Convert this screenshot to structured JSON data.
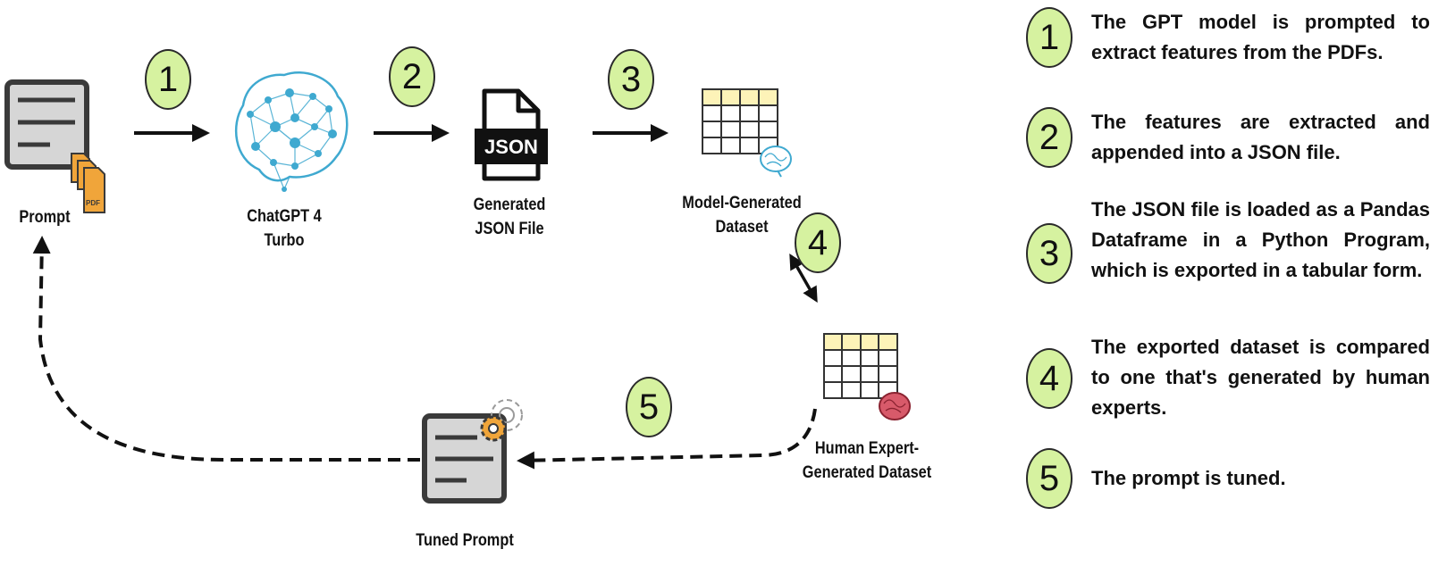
{
  "nodes": {
    "prompt": {
      "label": "Prompt",
      "badge": "PDF"
    },
    "chatgpt": {
      "label_line1": "ChatGPT 4",
      "label_line2": "Turbo"
    },
    "json_file": {
      "label_line1": "Generated",
      "label_line2": "JSON File",
      "icon_text": "JSON"
    },
    "model_dataset": {
      "label_line1": "Model-Generated",
      "label_line2": "Dataset"
    },
    "human_dataset": {
      "label_line1": "Human Expert-",
      "label_line2": "Generated Dataset"
    },
    "tuned_prompt": {
      "label": "Tuned Prompt"
    }
  },
  "steps": [
    "1",
    "2",
    "3",
    "4",
    "5"
  ],
  "legend": [
    {
      "number": "1",
      "text": "The GPT model is prompted to extract features from the PDFs."
    },
    {
      "number": "2",
      "text": "The features are extracted and appended into a JSON file."
    },
    {
      "number": "3",
      "text": "The JSON file is loaded as a Pandas Dataframe in a Python Program, which is exported in a tabular form."
    },
    {
      "number": "4",
      "text": "The exported dataset is compared to one that's generated by human experts."
    },
    {
      "number": "5",
      "text": "The prompt is tuned."
    }
  ],
  "colors": {
    "step_fill": "#d6f2a0",
    "doc_fill": "#d6d6d6",
    "doc_border": "#3a3a3a",
    "pdf_orange": "#f0a53a",
    "brain_blue": "#3fa9d0",
    "table_header": "#fdf3b8",
    "human_brain": "#d85a6a"
  }
}
